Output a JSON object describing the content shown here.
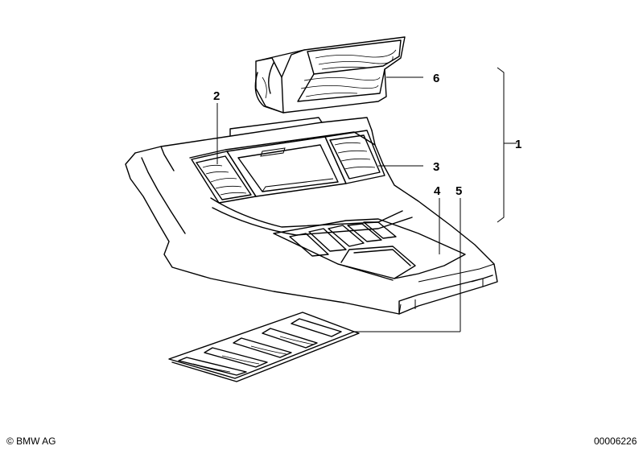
{
  "callouts": {
    "c1": "1",
    "c2": "2",
    "c3": "3",
    "c4": "4",
    "c5": "5",
    "c6": "6"
  },
  "footer": {
    "copyright": "© BMW AG",
    "diagram_number": "00006226"
  }
}
